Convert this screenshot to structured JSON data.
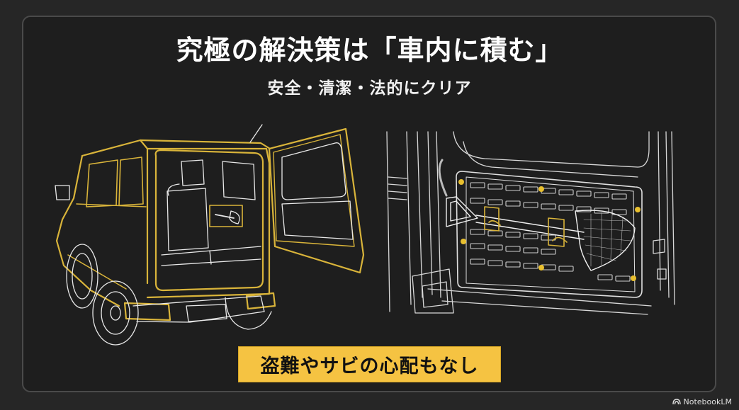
{
  "slide": {
    "title": "究極の解決策は「車内に積む」",
    "subtitle": "安全・清潔・法的にクリア",
    "banner": "盗難やサビの心配もなし",
    "colors": {
      "background": "#262626",
      "panel": "#1e1e1e",
      "panel_border": "#4a4a4a",
      "accent_gold": "#d9b43a",
      "banner_fill": "#f5c342",
      "line_white": "#e8e8e8"
    }
  },
  "illustrations": {
    "left": {
      "icon": "jimny-rear-open-cargo-line-art-icon"
    },
    "right": {
      "icon": "shovel-mounted-molle-panel-line-art-icon"
    }
  },
  "watermark": {
    "icon": "notebooklm-logo-icon",
    "label": "NotebookLM"
  }
}
